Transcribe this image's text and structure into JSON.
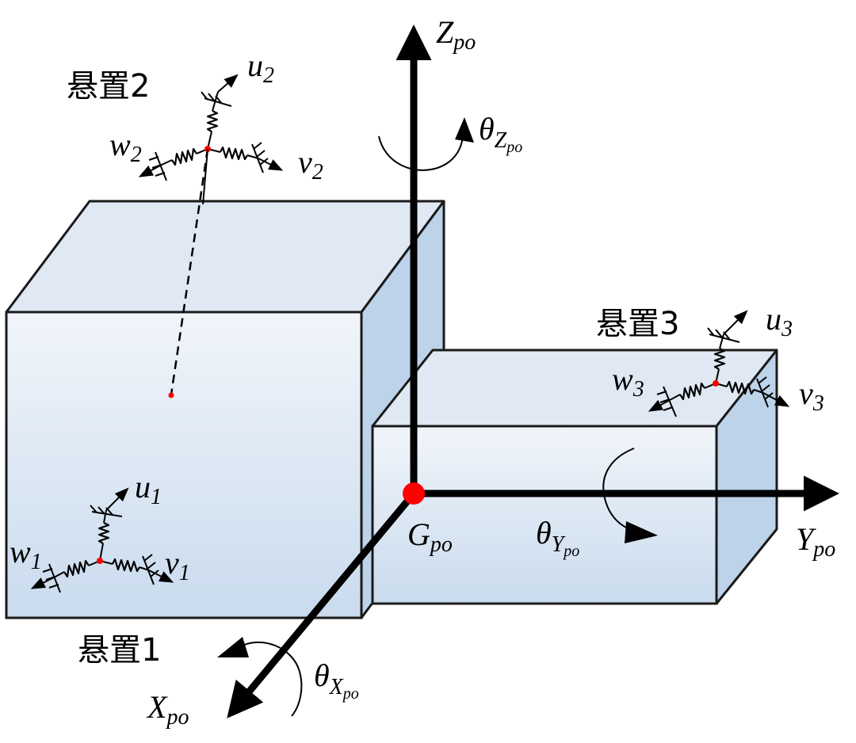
{
  "axes": {
    "z": {
      "main": "Z",
      "sub": "po"
    },
    "y": {
      "main": "Y",
      "sub": "po"
    },
    "x": {
      "main": "X",
      "sub": "po"
    }
  },
  "origin": {
    "main": "G",
    "sub": "po"
  },
  "rotations": {
    "z": {
      "symbol": "θ",
      "main": "Z",
      "sub": "po"
    },
    "y": {
      "symbol": "θ",
      "main": "Y",
      "sub": "po"
    },
    "x": {
      "symbol": "θ",
      "main": "X",
      "sub": "po"
    }
  },
  "mounts": [
    {
      "label": "悬置1",
      "u": "u",
      "v": "v",
      "w": "w",
      "index": "1"
    },
    {
      "label": "悬置2",
      "u": "u",
      "v": "v",
      "w": "w",
      "index": "2"
    },
    {
      "label": "悬置3",
      "u": "u",
      "v": "v",
      "w": "w",
      "index": "3"
    }
  ],
  "colors": {
    "box_front": "#e3ecf6",
    "box_top": "#dfe8f3",
    "box_side": "#bcd3ea",
    "origin_dot": "#ff0000",
    "mount_point": "#ff0000"
  }
}
